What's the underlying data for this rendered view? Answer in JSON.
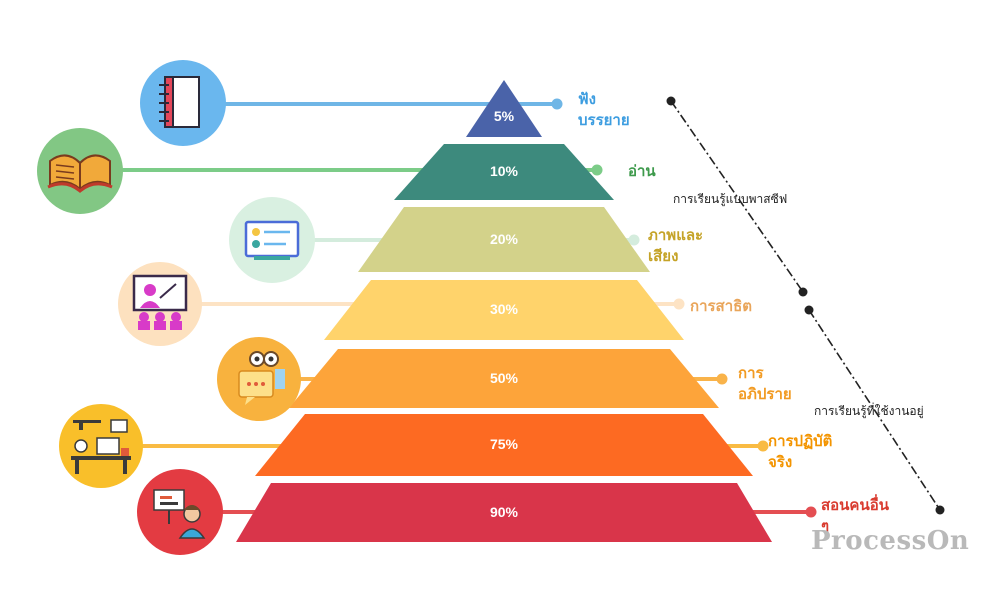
{
  "levels": [
    {
      "percent": "5%",
      "label_lines": [
        "ฟัง",
        "บรรยาย"
      ],
      "color": "#4a63a9",
      "line_color": "#6fb6e6",
      "circle_color": "#6ab7ee",
      "label_color": "#3d9de0",
      "icon": "notebook-icon"
    },
    {
      "percent": "10%",
      "label_lines": [
        "อ่าน"
      ],
      "color": "#3d8a7d",
      "line_color": "#7ccc88",
      "circle_color": "#82c784",
      "label_color": "#3e9a4c",
      "icon": "open-book-icon"
    },
    {
      "percent": "20%",
      "label_lines": [
        "ภาพและ",
        "เสียง"
      ],
      "color": "#d3d28a",
      "line_color": "#d4ecdd",
      "circle_color": "#d9f0e1",
      "label_color": "#c5a327",
      "icon": "monitor-icon"
    },
    {
      "percent": "30%",
      "label_lines": [
        "การสาธิต"
      ],
      "color": "#ffd36b",
      "line_color": "#fde3c4",
      "circle_color": "#fde1bf",
      "label_color": "#e9a55a",
      "icon": "presentation-icon"
    },
    {
      "percent": "50%",
      "label_lines": [
        "การ",
        "อภิปราย"
      ],
      "color": "#fda43a",
      "line_color": "#f9b34a",
      "circle_color": "#f8b23e",
      "label_color": "#f29b23",
      "icon": "discussion-icon"
    },
    {
      "percent": "75%",
      "label_lines": [
        "การปฏิบัติ",
        "จริง"
      ],
      "color": "#fd6a22",
      "line_color": "#f9bb43",
      "circle_color": "#f9bf2a",
      "label_color": "#f39400",
      "icon": "workspace-icon"
    },
    {
      "percent": "90%",
      "label_lines": [
        "สอนคนอื่น",
        "ๆ"
      ],
      "color": "#d9354a",
      "line_color": "#e44e52",
      "circle_color": "#e33b42",
      "label_color": "#d93b2f",
      "icon": "teacher-icon"
    }
  ],
  "passive_label": "การเรียนรู้แบบพาสซีฟ",
  "active_label": "การเรียนรู้ที่ใช้งานอยู่",
  "watermark": "ProcessOn"
}
